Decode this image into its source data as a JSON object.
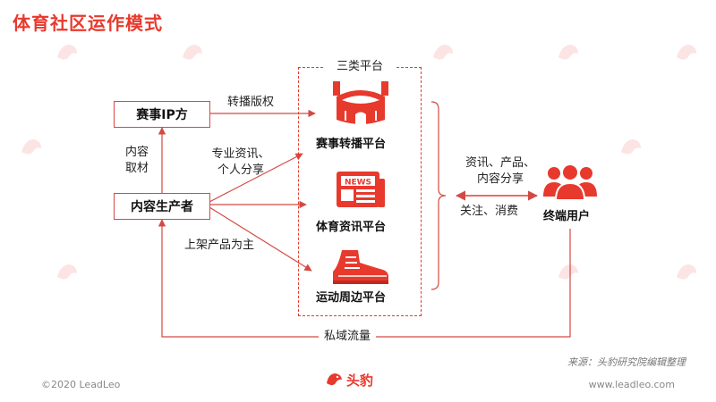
{
  "title": "体育社区运作模式",
  "frame_title": "三类平台",
  "nodes": {
    "ip_owner": "赛事IP方",
    "content_producer": "内容生产者",
    "end_user": "终端用户"
  },
  "platforms": {
    "broadcast": "赛事转播平台",
    "news": "体育资讯平台",
    "merch": "运动周边平台"
  },
  "edge_labels": {
    "rights": "转播版权",
    "material_line1": "内容",
    "material_line2": "取材",
    "pro_info_line1": "专业资讯、",
    "pro_info_line2": "个人分享",
    "products": "上架产品为主",
    "to_user_line1": "资讯、产品、",
    "to_user_line2": "内容分享",
    "from_user": "关注、消费",
    "private_traffic": "私域流量"
  },
  "icons": {
    "stadium": "stadium-icon",
    "news": "news-icon",
    "sneaker": "sneaker-icon",
    "users": "users-icon",
    "logo": "leopard-logo-icon"
  },
  "footer": {
    "copyright": "©2020 LeadLeo",
    "website": "www.leadleo.com",
    "logo_text": "头豹",
    "source": "来源：头豹研究院编辑整理"
  },
  "colors": {
    "accent": "#e8392d",
    "box_border": "#d24a44"
  }
}
